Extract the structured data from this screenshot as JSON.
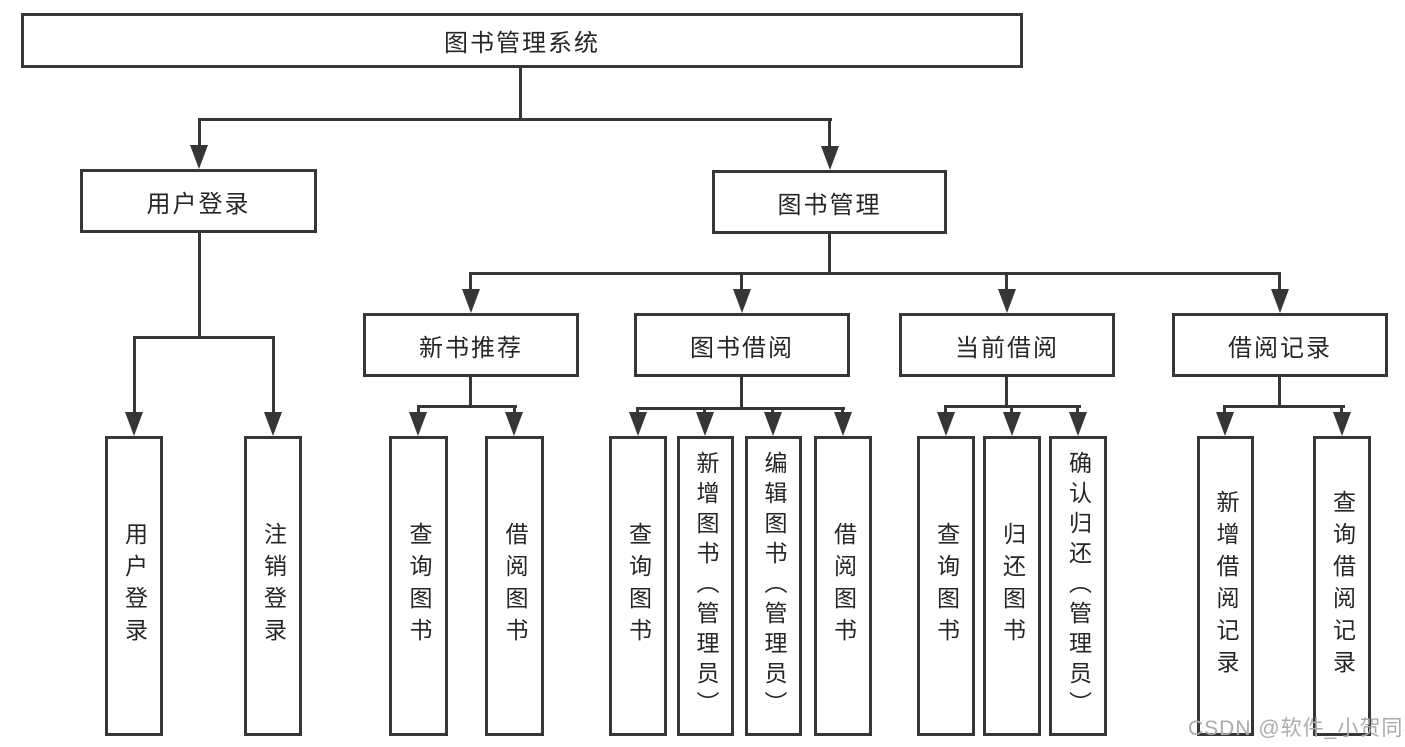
{
  "tree": {
    "label": "图书管理系统",
    "children": [
      {
        "label": "用户登录",
        "children": [
          {
            "label": "用户登录"
          },
          {
            "label": "注销登录"
          }
        ]
      },
      {
        "label": "图书管理",
        "children": [
          {
            "label": "新书推荐",
            "children": [
              {
                "label": "查询图书"
              },
              {
                "label": "借阅图书"
              }
            ]
          },
          {
            "label": "图书借阅",
            "children": [
              {
                "label": "查询图书"
              },
              {
                "label": "新增图书（管理员）"
              },
              {
                "label": "编辑图书（管理员）"
              },
              {
                "label": "借阅图书"
              }
            ]
          },
          {
            "label": "当前借阅",
            "children": [
              {
                "label": "查询图书"
              },
              {
                "label": "归还图书"
              },
              {
                "label": "确认归还（管理员）"
              }
            ]
          },
          {
            "label": "借阅记录",
            "children": [
              {
                "label": "新增借阅记录"
              },
              {
                "label": "查询借阅记录"
              }
            ]
          }
        ]
      }
    ]
  },
  "watermark": "CSDN @软件_小贺同学",
  "colors": {
    "line": "#363636",
    "text": "#262626",
    "background": "#ffffff",
    "watermark": "#ababab"
  }
}
